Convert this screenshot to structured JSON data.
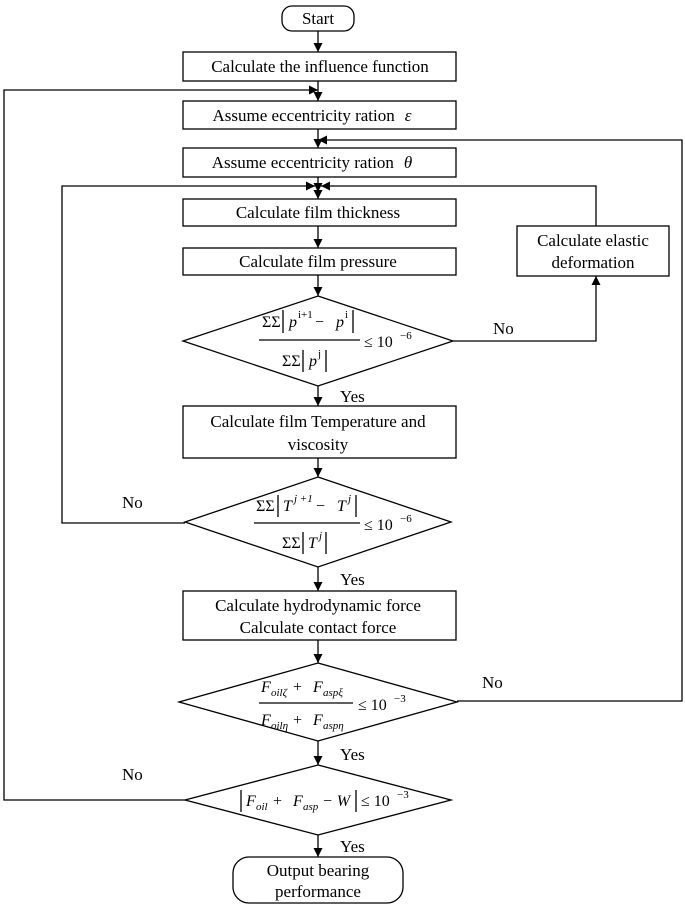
{
  "flowchart": {
    "start": "Start",
    "influence": "Calculate the influence function",
    "assume_eps": "Assume eccentricity ration",
    "eps_sym": "ε",
    "assume_theta": "Assume eccentricity ration",
    "theta_sym": "θ",
    "film_thickness": "Calculate film thickness",
    "film_pressure": "Calculate film pressure",
    "elastic_1": "Calculate elastic",
    "elastic_2": "deformation",
    "temp_1": "Calculate film Temperature and",
    "temp_2": "viscosity",
    "force_1": "Calculate hydrodynamic force",
    "force_2": "Calculate contact force",
    "output_1": "Output bearing",
    "output_2": "performance",
    "yes": "Yes",
    "no": "No",
    "cond_pressure": {
      "sum": "ΣΣ",
      "p": "p",
      "i_plus_1": "i+1",
      "minus": " − ",
      "i": "i",
      "j": "j",
      "rhs_base": "≤ 10",
      "rhs_exp": "−6"
    },
    "cond_temperature": {
      "sum": "ΣΣ",
      "t": "T",
      "j_plus_1": "j +1",
      "minus": " − ",
      "j": "j",
      "rhs_base": "≤ 10",
      "rhs_exp": "−6"
    },
    "cond_force_ratio": {
      "f": "F",
      "oil_zeta": "oilζ",
      "asp_xi": "aspξ",
      "oil_eta": "oilη",
      "asp_eta": "aspη",
      "plus": " + ",
      "rhs_base": "≤ 10",
      "rhs_exp": "−3"
    },
    "cond_force_balance": {
      "f": "F",
      "oil": "oil",
      "asp": "asp",
      "plus": " + ",
      "minus_w": " − W",
      "rhs_base": "≤ 10",
      "rhs_exp": "−3"
    }
  }
}
